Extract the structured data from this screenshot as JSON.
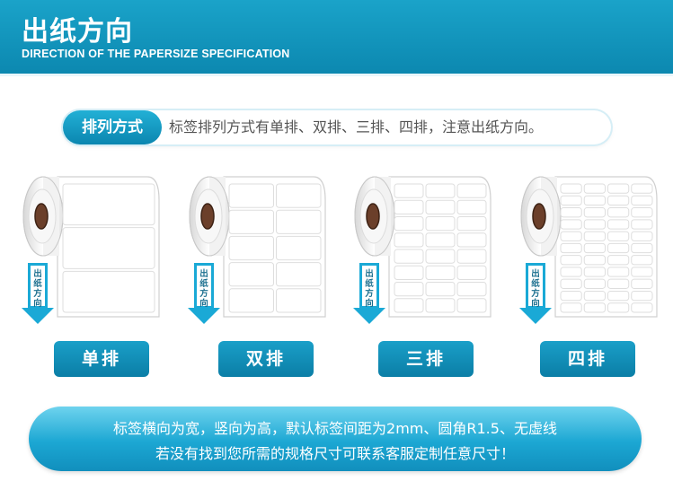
{
  "header": {
    "title": "出纸方向",
    "subtitle": "DIRECTION OF THE PAPERSIZE SPECIFICATION"
  },
  "arrangement": {
    "tag": "排列方式",
    "description": "标签排列方式有单排、双排、三排、四排，注意出纸方向。"
  },
  "rolls": [
    {
      "label": "单排",
      "columns": 1,
      "direction_label": "出纸方向"
    },
    {
      "label": "双排",
      "columns": 2,
      "direction_label": "出纸方向"
    },
    {
      "label": "三排",
      "columns": 3,
      "direction_label": "出纸方向"
    },
    {
      "label": "四排",
      "columns": 4,
      "direction_label": "出纸方向"
    }
  ],
  "footer": {
    "line1": "标签横向为宽，竖向为高，默认标签间距为2mm、圆角R1.5、无虚线",
    "line2": "若没有找到您所需的规格尺寸可联系客服定制任意尺寸！"
  },
  "colors": {
    "brand": "#0f8fba",
    "arrow": "#1aa9d6"
  }
}
